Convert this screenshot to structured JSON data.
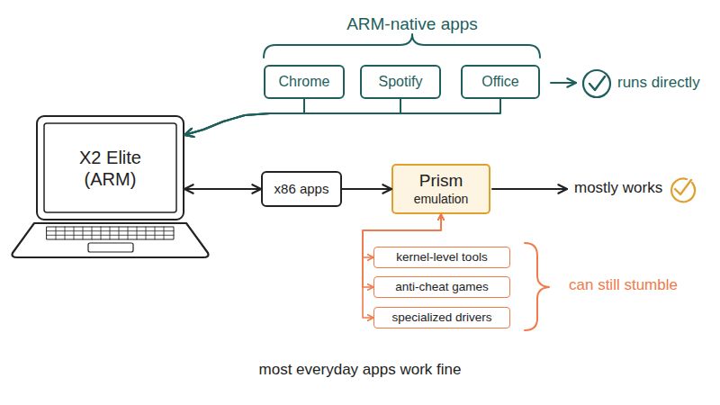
{
  "diagram": {
    "caption": "most everyday apps work fine",
    "nodes": [
      {
        "text": [
          "Chrome"
        ]
      },
      {
        "text": [
          "Spotify"
        ]
      },
      {
        "text": [
          "Office"
        ]
      },
      {
        "text": [
          "X2 Elite (ARM)"
        ]
      },
      {
        "text": [
          "x86 apps"
        ]
      },
      {
        "text": [
          "Prism",
          "emulation"
        ]
      },
      {
        "text": [
          "kernel-level tools"
        ]
      },
      {
        "text": [
          "anti-cheat games"
        ]
      },
      {
        "text": [
          "specialized drivers"
        ]
      }
    ],
    "edges": [
      {
        "from": 0,
        "to": 3,
        "arrow": "to"
      },
      {
        "from": 1,
        "to": 3,
        "arrow": "to"
      },
      {
        "from": 2,
        "to": 3,
        "arrow": "to"
      },
      {
        "from": 3,
        "to": 4,
        "arrow": "both"
      },
      {
        "from": 4,
        "to": 5,
        "arrow": "to"
      },
      {
        "from": 5,
        "to": 6,
        "arrow": "both"
      },
      {
        "from": 5,
        "to": 7,
        "arrow": "both"
      },
      {
        "from": 5,
        "to": 8,
        "arrow": "both"
      }
    ],
    "labels": [
      "ARM-native apps",
      "runs directly",
      "mostly works",
      "can still stumble"
    ]
  }
}
